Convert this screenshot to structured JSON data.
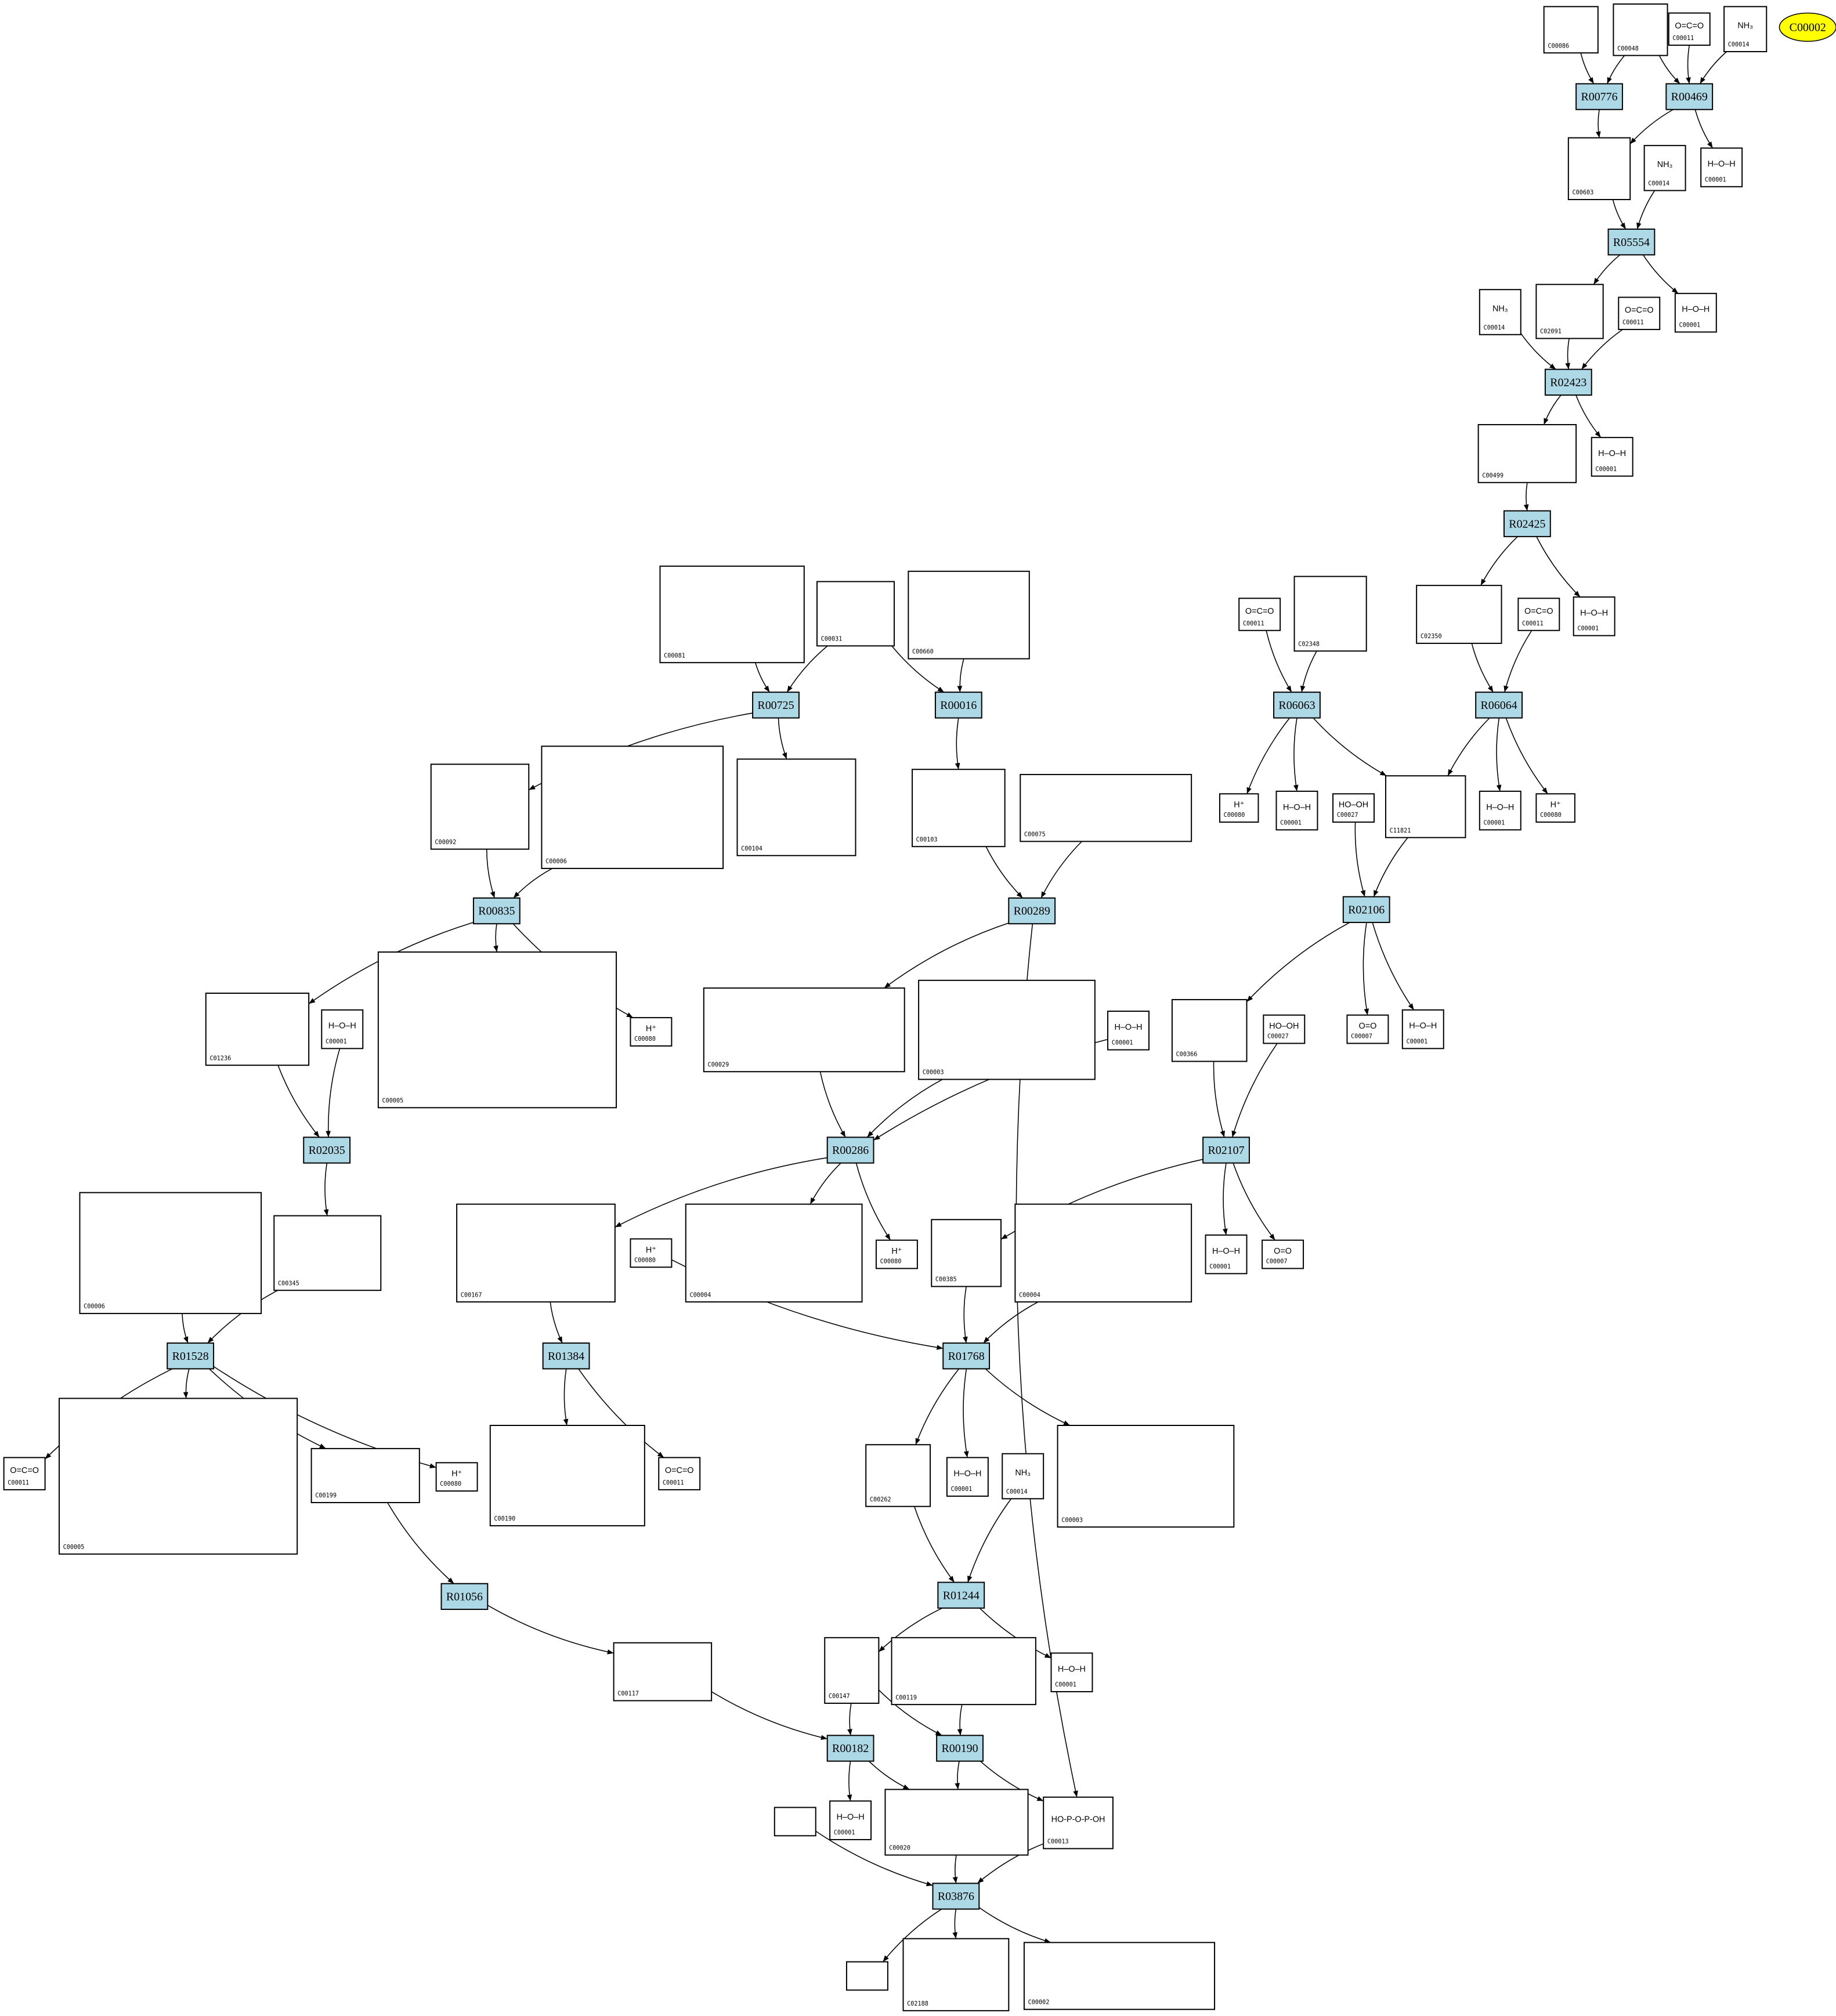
{
  "title_node": {
    "label": "C00002",
    "color": "#ffff00"
  },
  "colors": {
    "reaction_fill": "#add8e6",
    "compound_fill": "#ffffff",
    "highlight": "#ffff00"
  },
  "structures": {
    "C00001": "H–O–H",
    "C00011": "O=C=O",
    "C00014": "NH₃",
    "C00080": "H⁺",
    "C00027": "HO–OH",
    "C00007": "O=O",
    "C00013": "HO-P-O-P-OH"
  },
  "reactions": [
    {
      "key": "R00776",
      "id": "R00776"
    },
    {
      "key": "R00469",
      "id": "R00469"
    },
    {
      "key": "R05554",
      "id": "R05554"
    },
    {
      "key": "R02423",
      "id": "R02423"
    },
    {
      "key": "R02425",
      "id": "R02425"
    },
    {
      "key": "R06063",
      "id": "R06063"
    },
    {
      "key": "R06064",
      "id": "R06064"
    },
    {
      "key": "R00725",
      "id": "R00725"
    },
    {
      "key": "R00016",
      "id": "R00016"
    },
    {
      "key": "R02106",
      "id": "R02106"
    },
    {
      "key": "R00835",
      "id": "R00835"
    },
    {
      "key": "R00289",
      "id": "R00289"
    },
    {
      "key": "R02035",
      "id": "R02035"
    },
    {
      "key": "R00286",
      "id": "R00286"
    },
    {
      "key": "R02107",
      "id": "R02107"
    },
    {
      "key": "R01528",
      "id": "R01528"
    },
    {
      "key": "R01384",
      "id": "R01384"
    },
    {
      "key": "R01768",
      "id": "R01768"
    },
    {
      "key": "R01056",
      "id": "R01056"
    },
    {
      "key": "R01244",
      "id": "R01244"
    },
    {
      "key": "R00182",
      "id": "R00182"
    },
    {
      "key": "R00190",
      "id": "R00190"
    },
    {
      "key": "R03876",
      "id": "R03876"
    }
  ],
  "compounds": [
    {
      "key": "k01",
      "id": "C00086"
    },
    {
      "key": "k02",
      "id": "C00048"
    },
    {
      "key": "k03",
      "id": "C00011"
    },
    {
      "key": "k04",
      "id": "C00014"
    },
    {
      "key": "k05",
      "id": "C00603"
    },
    {
      "key": "k06",
      "id": "C00014"
    },
    {
      "key": "k07",
      "id": "C00001"
    },
    {
      "key": "k08",
      "id": "C02091"
    },
    {
      "key": "k09",
      "id": "C00011"
    },
    {
      "key": "k10",
      "id": "C00001"
    },
    {
      "key": "k11",
      "id": "C00014"
    },
    {
      "key": "k12",
      "id": "C00499"
    },
    {
      "key": "k13",
      "id": "C00001"
    },
    {
      "key": "k14",
      "id": "C00011"
    },
    {
      "key": "k15",
      "id": "C02348"
    },
    {
      "key": "k16",
      "id": "C02350"
    },
    {
      "key": "k17",
      "id": "C00011"
    },
    {
      "key": "k18",
      "id": "C00001"
    },
    {
      "key": "k19",
      "id": "C00081"
    },
    {
      "key": "k20",
      "id": "C00031"
    },
    {
      "key": "k21",
      "id": "C00660"
    },
    {
      "key": "k22",
      "id": "C00092"
    },
    {
      "key": "k23",
      "id": "C00006"
    },
    {
      "key": "k24",
      "id": "C00104"
    },
    {
      "key": "k25",
      "id": "C00103"
    },
    {
      "key": "k26",
      "id": "C00075"
    },
    {
      "key": "k27",
      "id": "C00080"
    },
    {
      "key": "k28",
      "id": "C00001"
    },
    {
      "key": "k29",
      "id": "C00027"
    },
    {
      "key": "k30",
      "id": "C11821"
    },
    {
      "key": "k31",
      "id": "C00001"
    },
    {
      "key": "k32",
      "id": "C00080"
    },
    {
      "key": "k33",
      "id": "C01236"
    },
    {
      "key": "k34",
      "id": "C00001"
    },
    {
      "key": "k35",
      "id": "C00005"
    },
    {
      "key": "k36",
      "id": "C00080"
    },
    {
      "key": "k37",
      "id": "C00029"
    },
    {
      "key": "k38",
      "id": "C00003"
    },
    {
      "key": "k39",
      "id": "C00001"
    },
    {
      "key": "k40",
      "id": "C00366"
    },
    {
      "key": "k41",
      "id": "C00027"
    },
    {
      "key": "k42",
      "id": "C00007"
    },
    {
      "key": "k43",
      "id": "C00001"
    },
    {
      "key": "k44",
      "id": "C00006"
    },
    {
      "key": "k45",
      "id": "C00345"
    },
    {
      "key": "k46",
      "id": "C00167"
    },
    {
      "key": "k47",
      "id": "C00080"
    },
    {
      "key": "k48",
      "id": "C00004"
    },
    {
      "key": "k49",
      "id": "C00080"
    },
    {
      "key": "k50",
      "id": "C00385"
    },
    {
      "key": "k51",
      "id": "C00004"
    },
    {
      "key": "k52",
      "id": "C00001"
    },
    {
      "key": "k53",
      "id": "C00007"
    },
    {
      "key": "k54",
      "id": "C00011"
    },
    {
      "key": "k55",
      "id": "C00005"
    },
    {
      "key": "k56",
      "id": "C00199"
    },
    {
      "key": "k57",
      "id": "C00080"
    },
    {
      "key": "k58",
      "id": "C00190"
    },
    {
      "key": "k59",
      "id": "C00011"
    },
    {
      "key": "k60",
      "id": "C00262"
    },
    {
      "key": "k61",
      "id": "C00001"
    },
    {
      "key": "k62",
      "id": "C00014"
    },
    {
      "key": "k63",
      "id": "C00003"
    },
    {
      "key": "k64",
      "id": "C00117"
    },
    {
      "key": "k65",
      "id": "C00147"
    },
    {
      "key": "k66",
      "id": "C00119"
    },
    {
      "key": "k67",
      "id": "C00001"
    },
    {
      "key": "k68",
      "id": "C00001"
    },
    {
      "key": "k69",
      "id": "C00020"
    },
    {
      "key": "k70",
      "id": "C00013"
    },
    {
      "key": "k71",
      "id": ""
    },
    {
      "key": "k72",
      "id": ""
    },
    {
      "key": "k73",
      "id": "C02188"
    },
    {
      "key": "k74",
      "id": "C00002"
    }
  ],
  "edges": [
    [
      "k01",
      "R00776"
    ],
    [
      "k02",
      "R00776"
    ],
    [
      "k02",
      "R00469"
    ],
    [
      "k03",
      "R00469"
    ],
    [
      "k04",
      "R00469"
    ],
    [
      "R00776",
      "k05"
    ],
    [
      "R00469",
      "k05"
    ],
    [
      "R00469",
      "k07"
    ],
    [
      "k05",
      "R05554"
    ],
    [
      "k06",
      "R05554"
    ],
    [
      "R05554",
      "k08"
    ],
    [
      "R05554",
      "k10"
    ],
    [
      "k11",
      "R02423"
    ],
    [
      "k08",
      "R02423"
    ],
    [
      "k09",
      "R02423"
    ],
    [
      "R02423",
      "k12"
    ],
    [
      "R02423",
      "k13"
    ],
    [
      "k12",
      "R02425"
    ],
    [
      "R02425",
      "k16"
    ],
    [
      "R02425",
      "k18"
    ],
    [
      "k14",
      "R06063"
    ],
    [
      "k15",
      "R06063"
    ],
    [
      "k16",
      "R06064"
    ],
    [
      "k17",
      "R06064"
    ],
    [
      "R06063",
      "k27"
    ],
    [
      "R06063",
      "k28"
    ],
    [
      "R06063",
      "k30"
    ],
    [
      "R06064",
      "k30"
    ],
    [
      "R06064",
      "k31"
    ],
    [
      "R06064",
      "k32"
    ],
    [
      "k29",
      "R02106"
    ],
    [
      "k30",
      "R02106"
    ],
    [
      "R02106",
      "k40"
    ],
    [
      "R02106",
      "k42"
    ],
    [
      "R02106",
      "k43"
    ],
    [
      "k19",
      "R00725"
    ],
    [
      "k20",
      "R00725"
    ],
    [
      "k20",
      "R00016"
    ],
    [
      "k21",
      "R00016"
    ],
    [
      "R00725",
      "k22"
    ],
    [
      "R00725",
      "k24"
    ],
    [
      "R00016",
      "k25"
    ],
    [
      "k22",
      "R00835"
    ],
    [
      "k23",
      "R00835"
    ],
    [
      "R00835",
      "k33"
    ],
    [
      "R00835",
      "k35"
    ],
    [
      "R00835",
      "k36"
    ],
    [
      "k25",
      "R00289"
    ],
    [
      "k26",
      "R00289"
    ],
    [
      "R00289",
      "k37"
    ],
    [
      "R00289",
      "k70"
    ],
    [
      "k33",
      "R02035"
    ],
    [
      "k34",
      "R02035"
    ],
    [
      "R02035",
      "k45"
    ],
    [
      "k37",
      "R00286"
    ],
    [
      "k38",
      "R00286"
    ],
    [
      "k39",
      "R00286"
    ],
    [
      "R00286",
      "k46"
    ],
    [
      "R00286",
      "k48"
    ],
    [
      "R00286",
      "k49"
    ],
    [
      "k40",
      "R02107"
    ],
    [
      "k41",
      "R02107"
    ],
    [
      "R02107",
      "k50"
    ],
    [
      "R02107",
      "k52"
    ],
    [
      "R02107",
      "k53"
    ],
    [
      "k44",
      "R01528"
    ],
    [
      "k45",
      "R01528"
    ],
    [
      "R01528",
      "k54"
    ],
    [
      "R01528",
      "k55"
    ],
    [
      "R01528",
      "k56"
    ],
    [
      "R01528",
      "k57"
    ],
    [
      "k46",
      "R01384"
    ],
    [
      "R01384",
      "k58"
    ],
    [
      "R01384",
      "k59"
    ],
    [
      "k47",
      "R01768"
    ],
    [
      "k50",
      "R01768"
    ],
    [
      "k51",
      "R01768"
    ],
    [
      "R01768",
      "k60"
    ],
    [
      "R01768",
      "k61"
    ],
    [
      "R01768",
      "k63"
    ],
    [
      "k56",
      "R01056"
    ],
    [
      "R01056",
      "k64"
    ],
    [
      "k60",
      "R01244"
    ],
    [
      "k62",
      "R01244"
    ],
    [
      "R01244",
      "k65"
    ],
    [
      "R01244",
      "k67"
    ],
    [
      "k64",
      "R00182"
    ],
    [
      "k65",
      "R00182"
    ],
    [
      "k65",
      "R00190"
    ],
    [
      "k66",
      "R00190"
    ],
    [
      "R00182",
      "k68"
    ],
    [
      "R00182",
      "k69"
    ],
    [
      "R00190",
      "k69"
    ],
    [
      "R00190",
      "k70"
    ],
    [
      "k69",
      "R03876"
    ],
    [
      "k70",
      "R03876"
    ],
    [
      "k71",
      "R03876"
    ],
    [
      "R03876",
      "k72"
    ],
    [
      "R03876",
      "k73"
    ],
    [
      "R03876",
      "k74"
    ]
  ]
}
